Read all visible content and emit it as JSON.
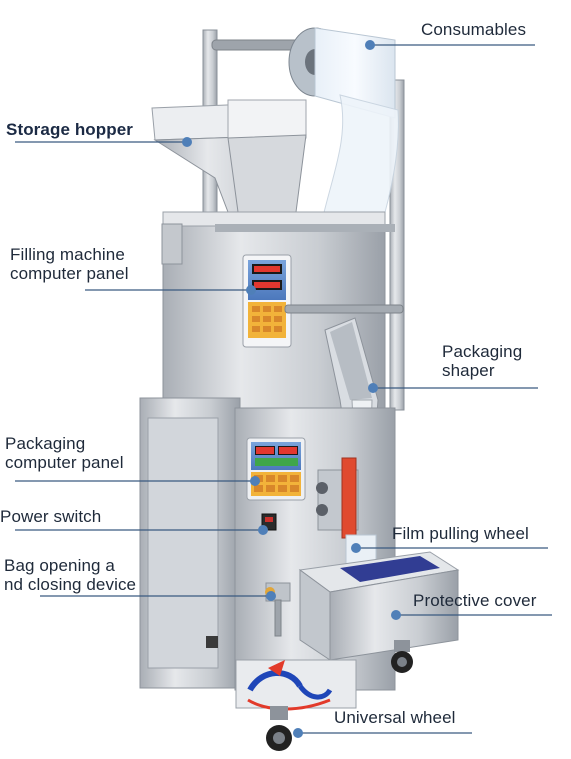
{
  "labels": {
    "consumables": "Consumables",
    "storage_hopper": "Storage hopper",
    "filling_panel_line1": "Filling machine",
    "filling_panel_line2": "computer panel",
    "packaging_shaper_line1": "Packaging",
    "packaging_shaper_line2": "shaper",
    "packaging_panel_line1": "Packaging",
    "packaging_panel_line2": "computer panel",
    "power_switch": "Power switch",
    "bag_device_line1": "Bag opening a",
    "bag_device_line2": "nd closing device",
    "film_pulling_wheel": "Film pulling wheel",
    "protective_cover": "Protective cover",
    "universal_wheel": "Universal wheel"
  },
  "colors": {
    "leader_line": "#3a5a80",
    "marker_dot": "#4f7fb8",
    "label_text": "#1f2a3a",
    "steel_light": "#dfe2e6",
    "steel_mid": "#b9bec5",
    "steel_dark": "#8d939b",
    "panel_blue": "#5a87c8",
    "display_red": "#e2372f",
    "keypad_orange": "#f2b33a",
    "logo_red": "#e23a2a",
    "logo_blue": "#1f46b8"
  }
}
